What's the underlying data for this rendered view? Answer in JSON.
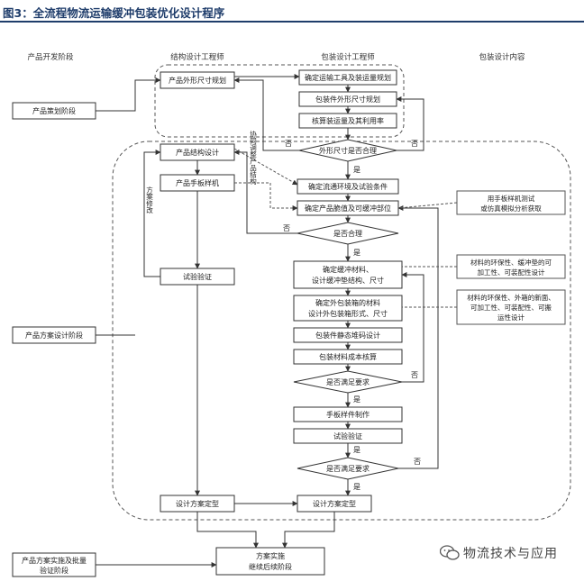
{
  "figure": {
    "title": "图3：全流程物流运输缓冲包装优化设计程序"
  },
  "columns": {
    "product_dev": "产品开发阶段",
    "structure_eng": "结构设计工程师",
    "packaging_eng": "包装设计工程师",
    "packaging_content": "包装设计内容"
  },
  "stages": {
    "planning": "产品策划阶段",
    "scheme_design": "产品方案设计阶段",
    "implementation_line1": "产品方案实施及批量",
    "implementation_line2": "验证阶段"
  },
  "structure_steps": {
    "appearance_planning": "产品外形尺寸规划",
    "structure_design": "产品结构设计",
    "prototype": "产品手板样机",
    "test_verify": "试验验证",
    "finalize": "设计方案定型"
  },
  "packaging_steps": {
    "determine_transport": "确定运输工具及装运量规划",
    "package_dims": "包装件外形尺寸规划",
    "check_volume": "核算装运量及其利用率",
    "env_conditions": "确定流通环境及试验条件",
    "fragility": "确定产品脆值及可缓冲部位",
    "cushion_line1": "确定缓冲材料、",
    "cushion_line2": "设计缓冲垫结构、尺寸",
    "outer_line1": "确定外包装箱的材料",
    "outer_line2": "设计外包装箱形式、尺寸",
    "stacking": "包装件静态堆码设计",
    "cost": "包装材料成本核算",
    "sample": "手板样件制作",
    "test": "试验验证",
    "finalize": "设计方案定型"
  },
  "decisions": {
    "dims_ok": "外形尺寸是否合理",
    "reasonable": "是否合理",
    "meet_req_1": "是否满足要求",
    "meet_req_2": "是否满足要求"
  },
  "final_step": {
    "line1": "方案实施",
    "line2": "继续后续阶段"
  },
  "annotations": {
    "proto_line1": "用手板样机测试",
    "proto_line2": "或仿真模拟分析获取",
    "cushion_line1": "材料的环保性、缓冲垫的可",
    "cushion_line2": "加工性、可装配性设计",
    "outer_line1": "材料的环保性、外箱的新面、",
    "outer_line2": "可加工性、可装配性、可搬",
    "outer_line3": "运性设计"
  },
  "side_notes": {
    "scheme_modify": "方案修改",
    "adjust_structure": "协同调整产品结构"
  },
  "labels": {
    "yes": "是",
    "no": "否"
  },
  "watermark": {
    "text": "物流技术与应用",
    "icon": "wechat-icon"
  }
}
